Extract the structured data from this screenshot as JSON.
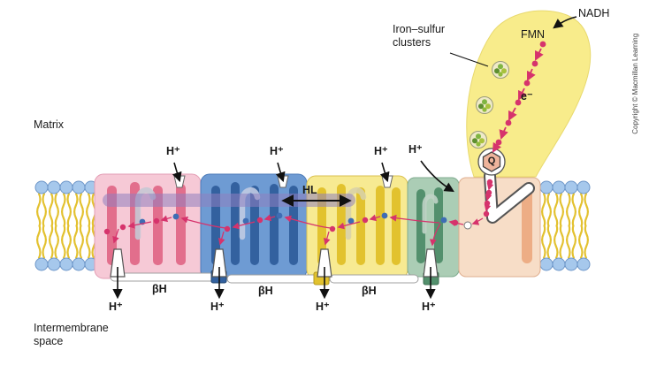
{
  "labels": {
    "matrix": "Matrix",
    "intermembrane_space": "Intermembrane space",
    "nadh": "NADH",
    "fmn": "FMN",
    "iron_sulfur_clusters": "Iron–sulfur clusters",
    "electron": "e⁻",
    "quinone": "Q",
    "hl_helix": "HL",
    "beta_h": "βH",
    "proton": "H⁺",
    "copyright": "Copyright © Macmillan Learning"
  },
  "colors": {
    "arm": "#F8EC8B",
    "module_pink": "#F6C9D6",
    "module_pink_bar": "#E26E8C",
    "module_blue": "#6E9BD3",
    "module_blue_bar": "#33619F",
    "module_yellow": "#F7EA92",
    "module_yellow_bar": "#E2C22E",
    "module_green": "#ABCDB5",
    "module_green_bar": "#53906D",
    "module_peach": "#F7DDC7",
    "module_peach_bar": "#EDAD85",
    "hl_helix": "#8F7FC0",
    "lipid_head": "#A6C8EC",
    "lipid_tail": "#E3C12F",
    "electron_dot": "#D6336C",
    "proton_dot": "#3E6DB4"
  }
}
